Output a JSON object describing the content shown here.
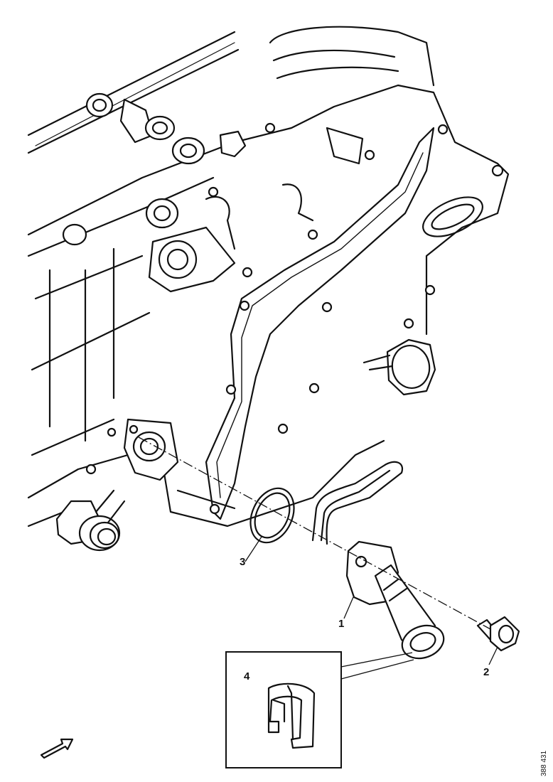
{
  "callouts": {
    "part_1": "1",
    "part_2": "2",
    "part_3": "3",
    "part_4": "4"
  },
  "document_ref": "388 431",
  "colors": {
    "line": "#111111",
    "background": "#ffffff"
  },
  "icons": {
    "direction": "direction-arrow-icon"
  }
}
